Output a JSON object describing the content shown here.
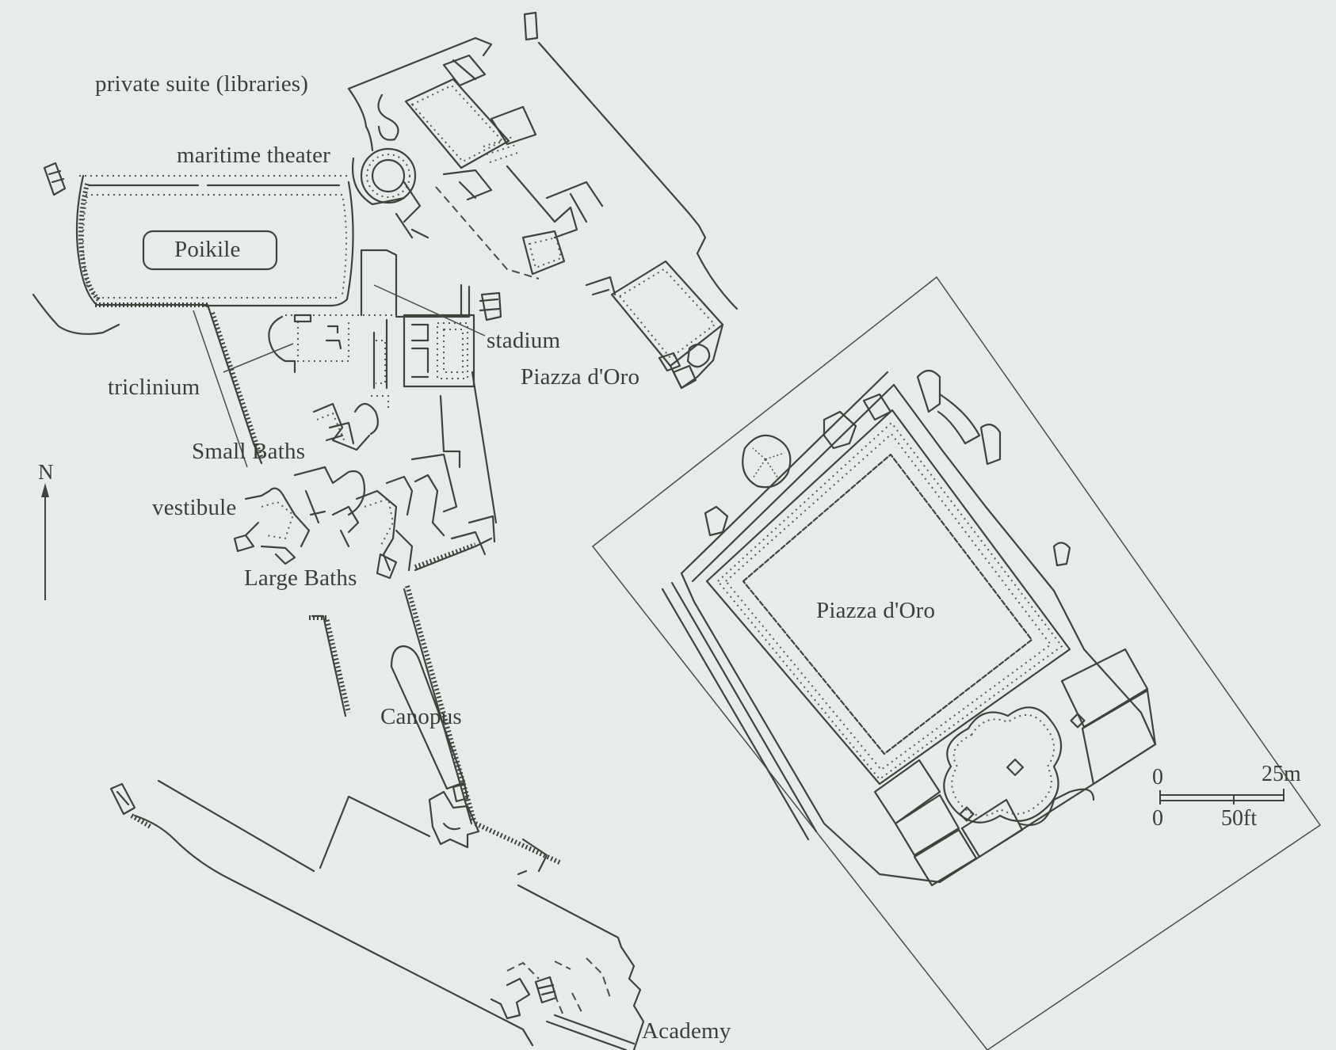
{
  "figure": {
    "subject": "Site plan of villa complex with enlarged Piazza d'Oro inset",
    "background_color": "#e7ecea",
    "ink_color": "#3f433c"
  },
  "labels": {
    "private_suite": "private suite (libraries)",
    "maritime_theater": "maritime theater",
    "poikile": "Poikile",
    "stadium": "stadium",
    "piazza_doro_small": "Piazza d'Oro",
    "triclinium": "triclinium",
    "small_baths": "Small Baths",
    "vestibule": "vestibule",
    "large_baths": "Large Baths",
    "canopus": "Canopus",
    "academy": "Academy",
    "piazza_doro_inset": "Piazza d'Oro"
  },
  "north_arrow": {
    "label": "N",
    "icon": "north-arrow-icon"
  },
  "scale_bar": {
    "metric_start": "0",
    "metric_end": "25m",
    "imperial_start": "0",
    "imperial_mid": "50ft"
  }
}
